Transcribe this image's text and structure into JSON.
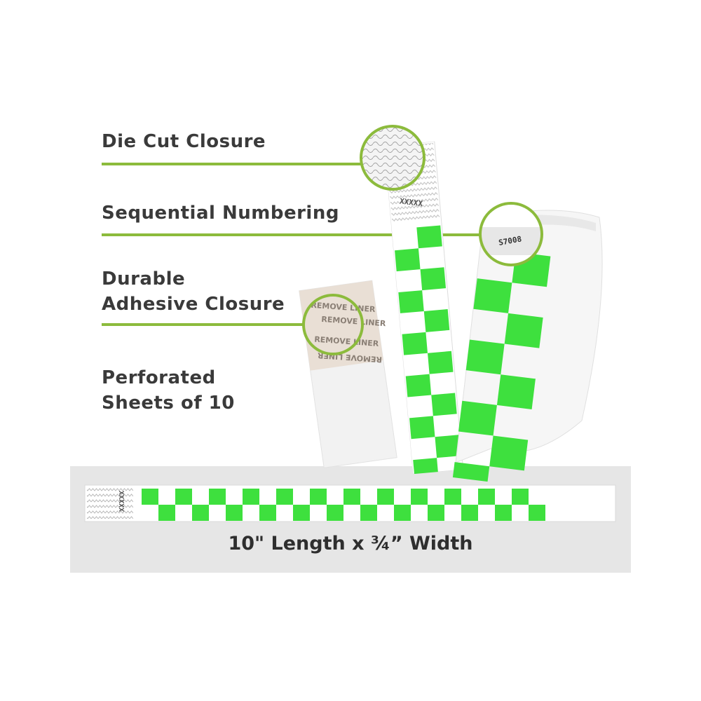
{
  "features": {
    "die_cut": "Die Cut Closure",
    "sequential": "Sequential Numbering",
    "adhesive_line1": "Durable",
    "adhesive_line2": "Adhesive Closure",
    "perforated_line1": "Perforated",
    "perforated_line2": "Sheets of 10"
  },
  "band": {
    "placeholder_number": "XXXXX",
    "sample_number": "S7008",
    "liner_text": "REMOVE LINER"
  },
  "caption": "10\" Length x ¾” Width",
  "colors": {
    "accent": "#8cbb3c",
    "check_green": "#3ee03e",
    "text": "#3a3a3a",
    "panel": "#e6e6e6"
  }
}
